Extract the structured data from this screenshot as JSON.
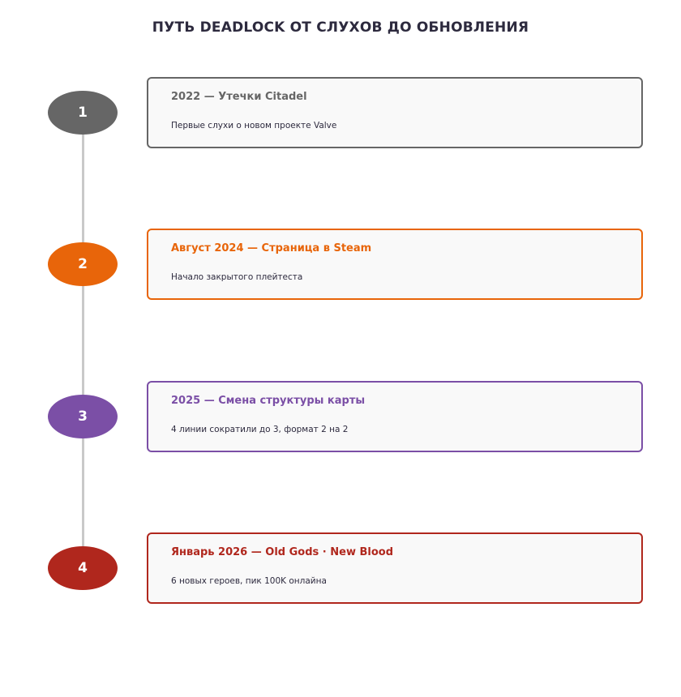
{
  "header": {
    "title": "ПУТЬ DEADLOCK ОТ СЛУХОВ ДО ОБНОВЛЕНИЯ"
  },
  "timeline": {
    "steps": [
      {
        "number": "1",
        "title": "2022 — Утечки Citadel",
        "description": "Первые слухи о новом проекте Valve",
        "color": "#666666"
      },
      {
        "number": "2",
        "title": "Август 2024 — Страница в Steam",
        "description": "Начало закрытого плейтеста",
        "color": "#e8650a"
      },
      {
        "number": "3",
        "title": "2025 — Смена структуры карты",
        "description": "4 линии сократили до 3, формат 2 на 2",
        "color": "#7b4fa6"
      },
      {
        "number": "4",
        "title": "Январь 2026 — Old Gods · New Blood",
        "description": "6 новых героев, пик 100K онлайна",
        "color": "#b0271d"
      }
    ]
  }
}
